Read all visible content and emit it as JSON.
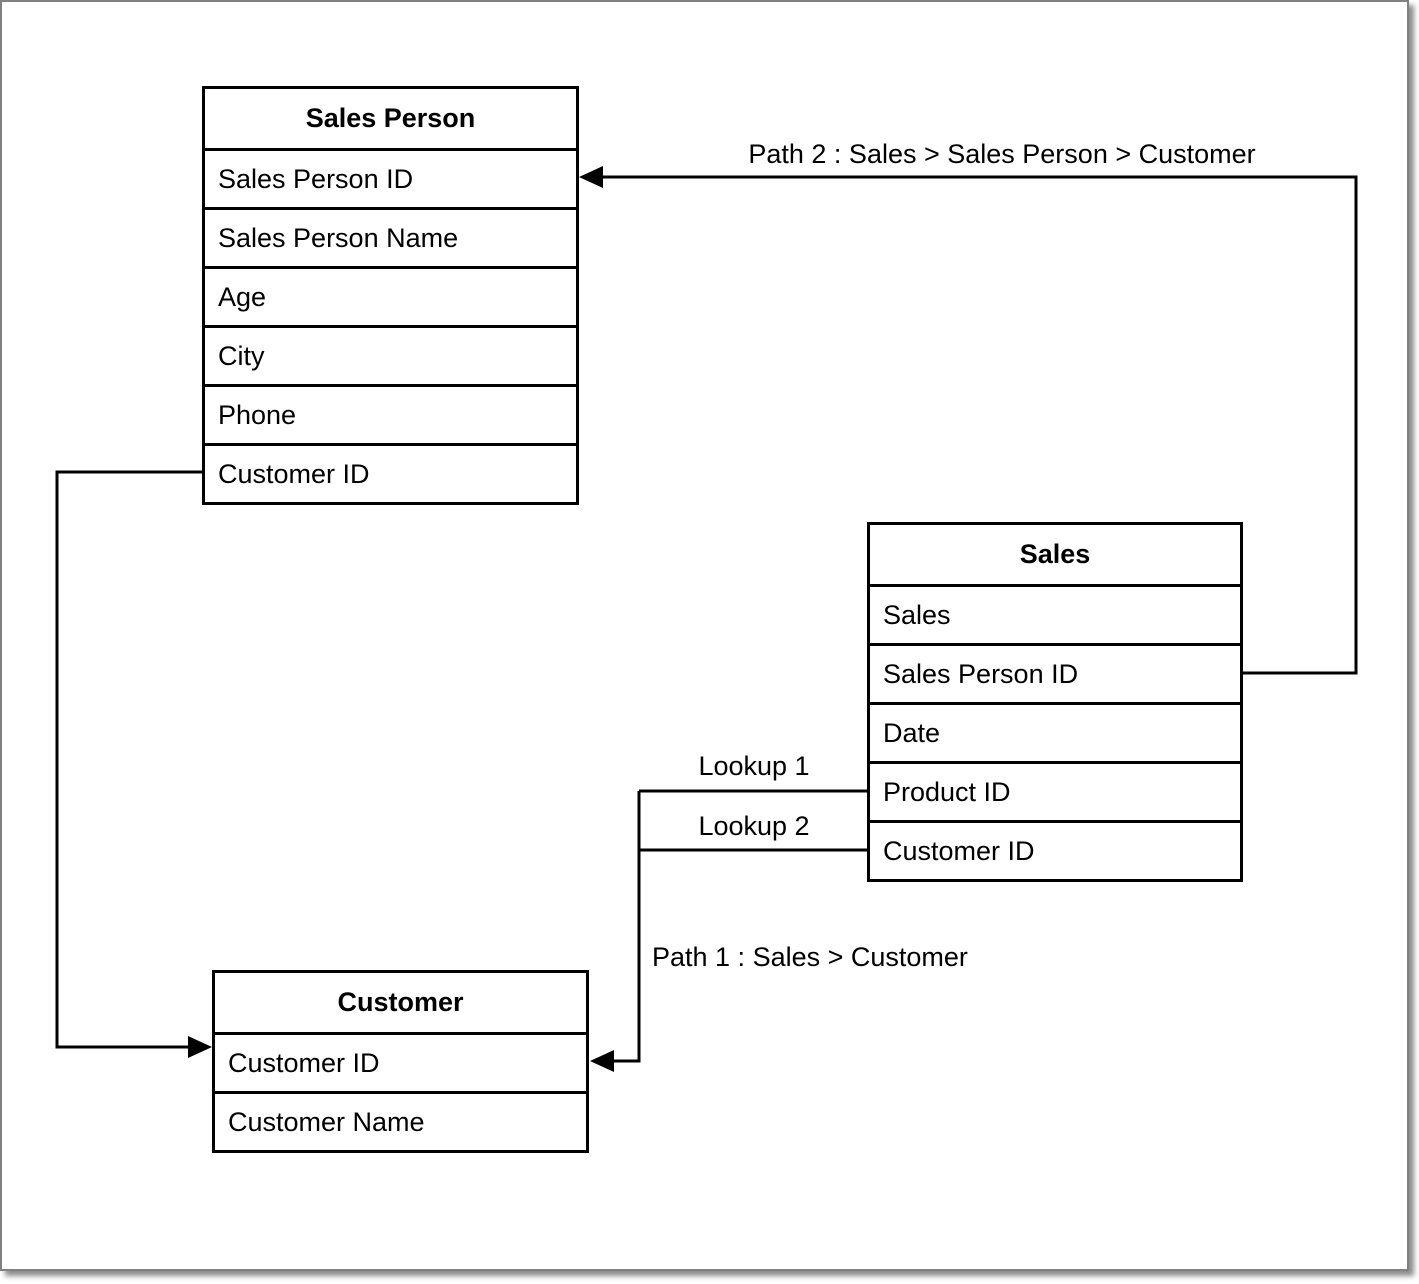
{
  "canvas": {
    "background_color": "#ffffff",
    "frame_color": "#808080",
    "line_color": "#000000"
  },
  "tables": [
    {
      "id": "sales-person",
      "title": "Sales Person",
      "fields": [
        "Sales Person ID",
        "Sales Person Name",
        "Age",
        "City",
        "Phone",
        "Customer ID"
      ]
    },
    {
      "id": "sales",
      "title": "Sales",
      "fields": [
        "Sales",
        "Sales Person ID",
        "Date",
        "Product ID",
        "Customer ID"
      ]
    },
    {
      "id": "customer",
      "title": "Customer",
      "fields": [
        "Customer ID",
        "Customer Name"
      ]
    }
  ],
  "labels": {
    "path2": "Path 2 : Sales > Sales Person > Customer",
    "path1": "Path 1 : Sales > Customer",
    "lookup1": "Lookup 1",
    "lookup2": "Lookup 2"
  },
  "connections": [
    {
      "id": "path2",
      "from": "Sales.Sales Person ID",
      "to": "Sales Person.Sales Person ID",
      "arrow": "into Sales Person ID (left-pointing)",
      "label": "Path 2 : Sales > Sales Person > Customer"
    },
    {
      "id": "salesperson-to-customer",
      "from": "Sales Person.Customer ID",
      "to": "Customer.Customer ID",
      "arrow": "into Customer ID (right-pointing)",
      "label": ""
    },
    {
      "id": "lookup1",
      "from": "Sales.Product ID",
      "to": "Customer.Customer ID",
      "arrow": "merges into shared line toward Customer",
      "label": "Lookup 1"
    },
    {
      "id": "lookup2-path1",
      "from": "Sales.Customer ID",
      "to": "Customer.Customer ID",
      "arrow": "into Customer ID (left-pointing)",
      "label": "Lookup 2"
    }
  ]
}
